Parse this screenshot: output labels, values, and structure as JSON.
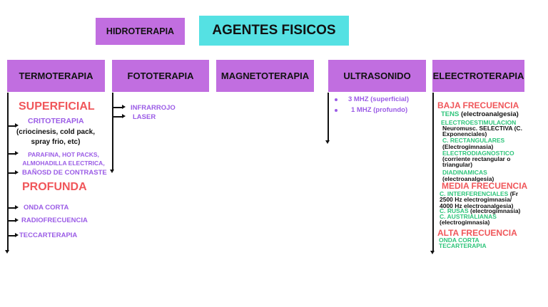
{
  "header": {
    "title": "AGENTES FISICOS",
    "hidroterapia": "HIDROTERAPIA"
  },
  "categories": {
    "termoterapia": "TERMOTERAPIA",
    "fototerapia": "FOTOTERAPIA",
    "magnetoterapia": "MAGNETOTERAPIA",
    "ultrasonido": "ULTRASONIDO",
    "electroterapia": "ELEECTROTERAPIA"
  },
  "termo": {
    "superficial": "SUPERFICIAL",
    "critoterapia": "CRITOTERAPIA",
    "crit_detail1": "(criocinesis, cold pack,",
    "crit_detail2": "spray frio, etc)",
    "parafina1": "PARAFINA, HOT PACKS,",
    "parafina2": "ALMOHADILLA ELECTRICA,",
    "banos": "BAÑOSD DE CONTRASTE",
    "profunda": "PROFUNDA",
    "onda_corta": "ONDA CORTA",
    "radiofrecuencia": "RADIOFRECUENCIA",
    "teccarterapia": "TECCARTERAPIA"
  },
  "foto": {
    "infrarrojo": "INFRARROJO",
    "laser": "LASER"
  },
  "ultra": {
    "item1": "3 MHZ (superficial)",
    "item2": "1 MHZ (profundo)"
  },
  "electro": {
    "baja": "BAJA FRECUENCIA",
    "tens": "TENS",
    "tens_detail": "(electroanalgesia)",
    "electroestim": "ELECTROESTIMULACION",
    "neuromusc1": "Neuromusc. SELECTIVA (C.",
    "neuromusc2": "Exponenciales)",
    "rect": "C. RECTANGULARES",
    "rect_detail": "(Electrogimnasia)",
    "diag": "ELECTRODIAGNOSTICO",
    "diag_detail1": "(corriente rectangular o",
    "diag_detail2": "triangular)",
    "diad": "DIADINAMICAS",
    "diad_detail": "(electroanalgesia)",
    "media": "MEDIA FRECUENCIA",
    "interf": "C. INTERFERENCIALES",
    "interf_fr": "(Fr",
    "interf_d1": "2500 Hz electrogimnasia/",
    "interf_d2": "4000 Hz electroanalgesia)",
    "rusas": "C. RUSAS",
    "rusas_detail": "(electrogimnasia)",
    "austr": "C. AUSTRIALIANAS",
    "austr_detail": "(electrogimnasia)",
    "alta": "ALTA FRECUENCIA",
    "onda": "ONDA CORTA",
    "tecar": "TECARTERAPIA"
  },
  "colors": {
    "purple": "#c16ee0",
    "cyan": "#55e1e3",
    "red": "#f0565a",
    "violet_text": "#9b5ce6",
    "green_text": "#2fc57b"
  }
}
